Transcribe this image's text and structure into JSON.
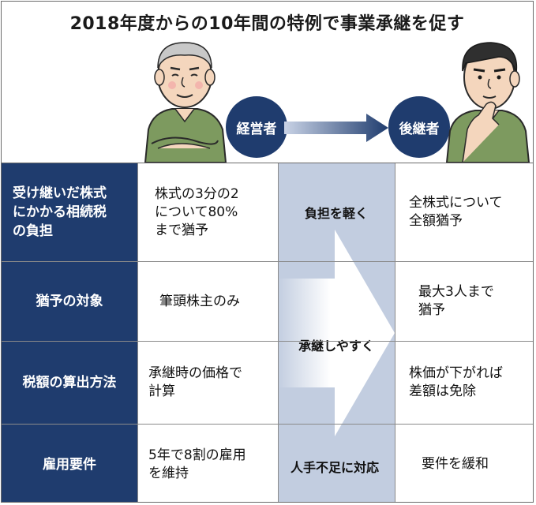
{
  "title": "2018年度からの10年間の特例で事業承継を促す",
  "left_person": {
    "label": "経営者"
  },
  "right_person": {
    "label": "後継者"
  },
  "middle_labels": {
    "top": "負担を軽く",
    "middle": "承継しやすく",
    "bottom": "人手不足に対応"
  },
  "rows": [
    {
      "header": "受け継いだ株式\nにかかる相続税\nの負担",
      "before": "株式の3分の2\nについて80%\nまで猶予",
      "after": "全株式について\n全額猶予"
    },
    {
      "header": "猶予の対象",
      "before": "筆頭株主のみ",
      "after": "最大3人まで\n猶予"
    },
    {
      "header": "税額の算出方法",
      "before": "承継時の価格で\n計算",
      "after": "株価が下がれば\n差額は免除"
    },
    {
      "header": "雇用要件",
      "before": "5年で8割の雇用\nを維持",
      "after": "要件を緩和"
    }
  ],
  "colors": {
    "navy": "#1f3c6e",
    "band": "#c2cde0",
    "uniform": "#7d9a5f",
    "skin": "#f4d6bd"
  },
  "icons": [
    "elderly-man-icon",
    "young-man-icon",
    "right-arrow-icon"
  ]
}
